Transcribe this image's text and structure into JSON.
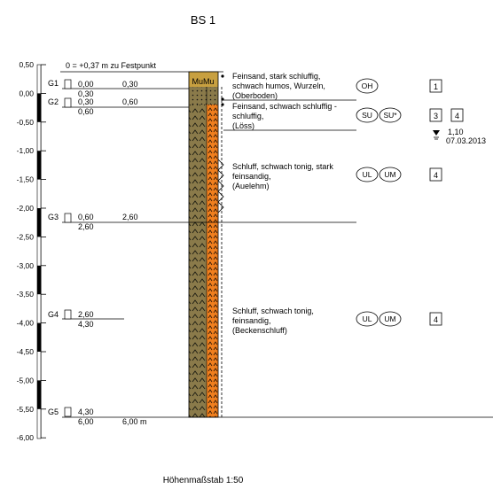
{
  "title": "BS 1",
  "footer": "Höhenmaßstab 1:50",
  "reference_note": "0 = +0,37 m zu Festpunkt",
  "column_header": "MuMu",
  "end_depth_label": "6,00 m",
  "axis": {
    "ticks": [
      "0,50",
      "0,00",
      "-0,50",
      "-1,00",
      "-1,50",
      "-2,00",
      "-2,50",
      "-3,00",
      "-3,50",
      "-4,00",
      "-4,50",
      "-5,00",
      "-5,50",
      "-6,00"
    ]
  },
  "samples": [
    {
      "id": "G1",
      "top": "0,00",
      "bottom": "0,30",
      "depth_right": "0,30"
    },
    {
      "id": "G2",
      "top": "0,30",
      "bottom": "0,60",
      "depth_right": "0,60"
    },
    {
      "id": "G3",
      "top": "0,60",
      "bottom": "2,60",
      "depth_right": "2,60"
    },
    {
      "id": "G4",
      "top": "2,60",
      "bottom": "4,30",
      "depth_right": ""
    },
    {
      "id": "G5",
      "top": "4,30",
      "bottom": "6,00",
      "depth_right": ""
    }
  ],
  "layers": [
    {
      "lines": [
        "Feinsand, stark schluffig,",
        "schwach humos, Wurzeln,",
        "(Oberboden)"
      ],
      "groups": [
        "OH"
      ],
      "classes": [
        "1"
      ]
    },
    {
      "lines": [
        "Feinsand, schwach schluffig -",
        "schluffig,",
        "(Löss)"
      ],
      "groups": [
        "SU",
        "SU*"
      ],
      "classes": [
        "3",
        "4"
      ]
    },
    {
      "lines": [
        "Schluff, schwach tonig, stark",
        "feinsandig,",
        "(Auelehm)"
      ],
      "groups": [
        "UL",
        "UM"
      ],
      "classes": [
        "4"
      ]
    },
    {
      "lines": [
        "Schluff, schwach tonig,",
        "feinsandig,",
        "(Beckenschluff)"
      ],
      "groups": [
        "UL",
        "UM"
      ],
      "classes": [
        "4"
      ]
    }
  ],
  "groundwater": {
    "depth": "1,10",
    "date": "07.03.2013"
  },
  "colors": {
    "olive": "#8a7a4a",
    "orange": "#f07f1e",
    "topsoil": "#c8a040",
    "line": "#000000"
  }
}
